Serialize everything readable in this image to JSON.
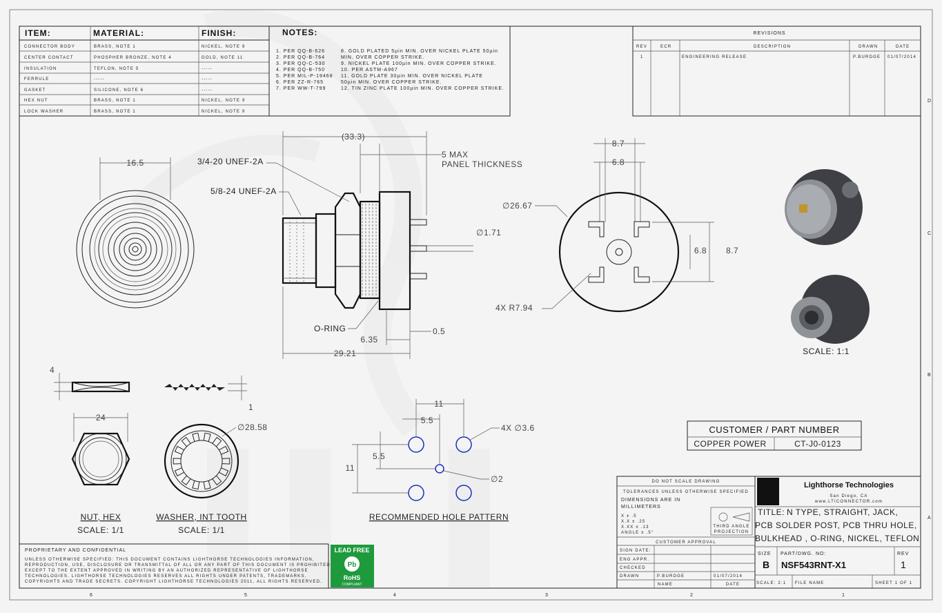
{
  "bom": {
    "headers": [
      "ITEM:",
      "MATERIAL:",
      "FINISH:"
    ],
    "rows": [
      [
        "CONNECTOR BODY",
        "BRASS, NOTE 1",
        "NICKEL, NOTE 9"
      ],
      [
        "CENTER CONTACT",
        "PHOSPHER BRONZE, NOTE 4",
        "GOLD, NOTE 11"
      ],
      [
        "INSULATION",
        "TEFLON, NOTE 5",
        "-----"
      ],
      [
        "FERRULE",
        "-----",
        "-----"
      ],
      [
        "GASKET",
        "SILICONE, NOTE 6",
        "-----"
      ],
      [
        "HEX NUT",
        "BRASS, NOTE 1",
        "NICKEL, NOTE 9"
      ],
      [
        "LOCK WASHER",
        "BRASS, NOTE 1",
        "NICKEL, NOTE 9"
      ]
    ]
  },
  "notes": {
    "title": "NOTES:",
    "left": [
      "1. PER QQ-B-626",
      "2. PER QQ-B-764",
      "3. PER QQ-C-530",
      "4. PER QQ-B-750",
      "5. PER MIL-P-19468",
      "6. PER ZZ-R-765",
      "7. PER WW-T-799"
    ],
    "right": [
      "8. GOLD PLATED 5µin MIN. OVER NICKEL PLATE 50µin",
      "    MIN. OVER COPPER STRIKE.",
      "9. NICKEL PLATE 100µin MIN. OVER COPPER STRIKE.",
      "10. PER ASTM-A967",
      "11. GOLD PLATE 30µin MIN. OVER NICKEL PLATE",
      "    50µin MIN. OVER COPPER STRIKE.",
      "12. TIN ZINC PLATE 100µin MIN. OVER COPPER STRIKE."
    ]
  },
  "revisions": {
    "title": "REVISIONS",
    "headers": [
      "REV",
      "ECR",
      "DESCRIPTION",
      "DRAWN",
      "DATE"
    ],
    "rows": [
      [
        "1",
        "",
        "ENGINEERING RELEASE",
        "P.BURDGE",
        "01/07/2014"
      ]
    ]
  },
  "dims": {
    "d16_5": "16.5",
    "d33_3": "(33.3)",
    "panel_1": "5 MAX",
    "panel_2": "PANEL THICKNESS",
    "thread1": "3/4-20 UNEF-2A",
    "thread2": "5/8-24 UNEF-2A",
    "pin_dia": "∅1.71",
    "oring": "O-RING",
    "d6_35": "6.35",
    "d0_5": "0.5",
    "d29_21": "29.21",
    "d8_7_top": "8.7",
    "d6_8_top": "6.8",
    "d26_67": "∅26.67",
    "d6_8_side": "6.8",
    "d8_7_side": "8.7",
    "r7_94": "4X R7.94",
    "scale_iso": "SCALE: 1:1",
    "d4": "4",
    "d1": "1",
    "d24": "24",
    "d28_58": "∅28.58",
    "nut_title": "NUT, HEX",
    "nut_scale": "SCALE: 1/1",
    "washer_title": "WASHER, INT TOOTH",
    "washer_scale": "SCALE: 1/1",
    "hp_11_top": "11",
    "hp_5_5_top": "5.5",
    "hp_4x": "4X  ∅3.6",
    "hp_5_5_side": "5.5",
    "hp_11_side": "11",
    "hp_d2": "∅2",
    "hp_title": "RECOMMENDED HOLE PATTERN"
  },
  "customer": {
    "title": "CUSTOMER / PART NUMBER",
    "name": "COPPER POWER",
    "part": "CT-J0-0123"
  },
  "proprietary": {
    "title": "PROPRIETARY AND CONFIDENTIAL",
    "lines": [
      "UNLESS OTHERWISE SPECIFIED: THIS DOCUMENT CONTAINS LIGHTHORSE TECHNOLOGIES INFORMATION,",
      "REPRODUCTION, USE, DISCLOSURE OR TRANSMITTAL OF ALL OR ANY PART OF THIS DOCUMENT IS PROHIBITED",
      "EXCEPT TO THE EXTENT APPROVED IN WRITING BY AN AUTHORIZED REPRESENTATIVE OF LIGHTHORSE",
      "TECHNOLOGIES. LIGHTHORSE TECHNOLOGIES RESERVES ALL RIGHTS UNDER PATENTS, TRADEMARKS,",
      "COPYRIGHTS AND TRADE SECRETS. COPYRIGHT LIGHTHORSE TECHNOLOGIES 2011, ALL RIGHTS RESERVED."
    ]
  },
  "badge": {
    "top": "LEAD FREE",
    "mid": "Pb",
    "rohs": "RoHS",
    "compliant": "COMPLIANT"
  },
  "title_block": {
    "do_not_scale": "DO NOT SCALE DRAWING",
    "tolerances": "TOLERANCES UNLESS OTHERWISE SPECIFIED",
    "dims_in_1": "DIMENSIONS ARE IN",
    "dims_in_2": "MILLIMETERS",
    "tol_rows": [
      "X     ± .5",
      "X.X   ± .25",
      "X.XX  ± .13",
      "ANGLE ± .5°"
    ],
    "projection_1": "THIRD ANGLE",
    "projection_2": "PROJECTION",
    "customer_approval": "CUSTOMER APPROVAL",
    "sign_date": "SIGN DATE:",
    "eng_appr": "ENG APPR.",
    "checked": "CHECKED",
    "drawn": "DRAWN",
    "drawn_by": "P.BURDGE",
    "drawn_date": "01/07/2014",
    "name": "NAME",
    "date": "DATE",
    "company": "Lighthorse Technologies",
    "city": "San Diego, CA",
    "web": "www.LTICONNECTOR.com",
    "title_label": "TITLE:",
    "title_lines": [
      "N TYPE, STRAIGHT, JACK,",
      "PCB SOLDER POST, PCB THRU HOLE,",
      "BULKHEAD , O-RING, NICKEL, TEFLON"
    ],
    "size_label": "SIZE",
    "size": "B",
    "part_label": "PART/DWG.  NO:",
    "part_no": "NSF543RNT-X1",
    "rev_label": "REV",
    "rev": "1",
    "scale": "SCALE: 2:1",
    "file_name": "FILE NAME",
    "sheet": "SHEET 1 OF 1"
  },
  "zones": {
    "bottom": [
      "6",
      "5",
      "4",
      "3",
      "2",
      "1"
    ],
    "right": [
      "D",
      "C",
      "B",
      "A"
    ]
  }
}
